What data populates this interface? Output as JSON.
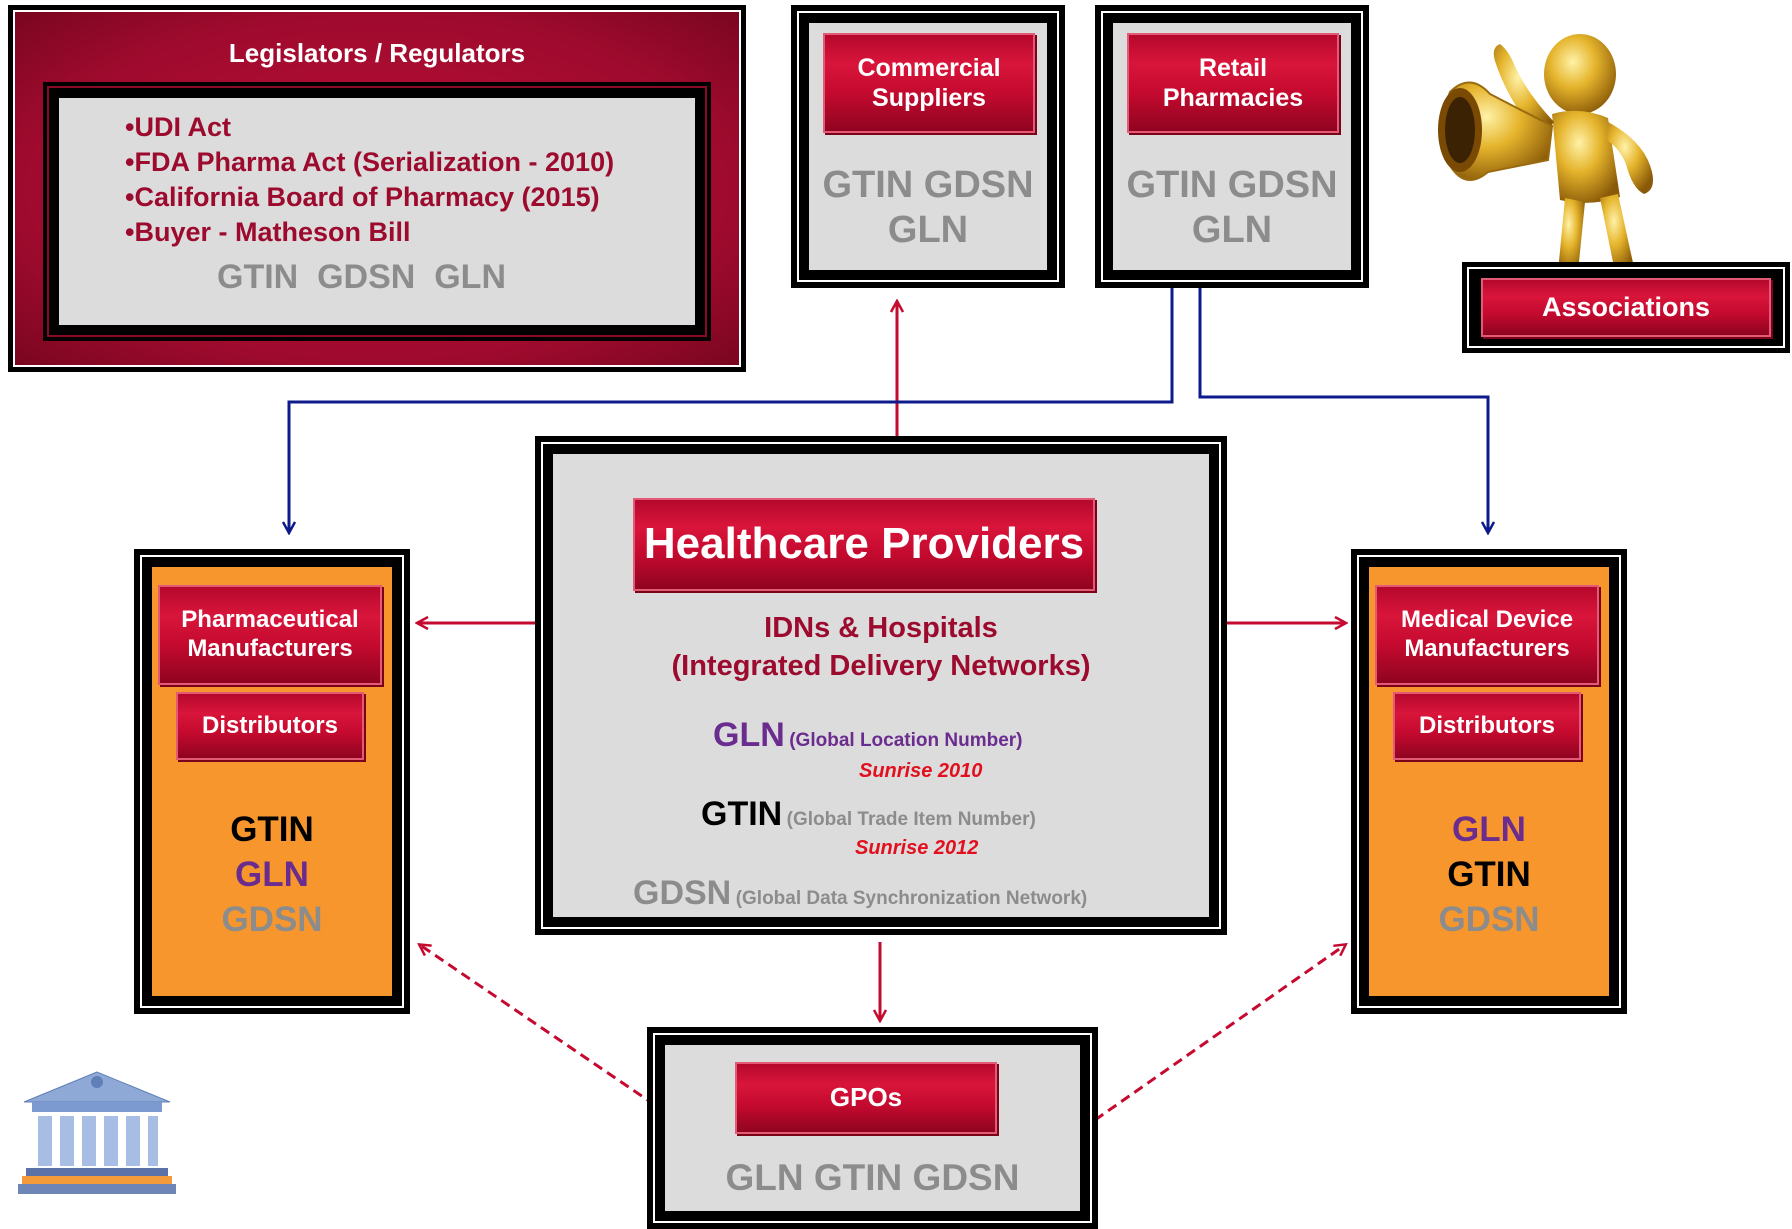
{
  "legislators": {
    "title": "Legislators / Regulators",
    "items": [
      "•UDI Act",
      "•FDA Pharma Act (Serialization - 2010)",
      "•California Board of Pharmacy (2015)",
      "•Buyer - Matheson Bill"
    ],
    "codes": "GTIN  GDSN  GLN"
  },
  "commercial": {
    "title_line1": "Commercial",
    "title_line2": "Suppliers",
    "codes_line1": "GTIN GDSN",
    "codes_line2": "GLN"
  },
  "retail": {
    "title_line1": "Retail",
    "title_line2": "Pharmacies",
    "codes_line1": "GTIN GDSN",
    "codes_line2": "GLN"
  },
  "associations": {
    "label": "Associations"
  },
  "providers": {
    "title": "Healthcare Providers",
    "subtitle_line1": "IDNs & Hospitals",
    "subtitle_line2": "(Integrated Delivery Networks)",
    "gln": "GLN",
    "gln_desc": "(Global Location Number)",
    "gln_sunrise": "Sunrise 2010",
    "gtin": "GTIN",
    "gtin_desc": "(Global Trade Item Number)",
    "gtin_sunrise": "Sunrise 2012",
    "gdsn": "GDSN",
    "gdsn_desc": "(Global Data Synchronization Network)"
  },
  "pharma": {
    "title_line1": "Pharmaceutical",
    "title_line2": "Manufacturers",
    "distributors": "Distributors",
    "code1": "GTIN",
    "code2": "GLN",
    "code3": "GDSN"
  },
  "medical": {
    "title_line1": "Medical Device",
    "title_line2": "Manufacturers",
    "distributors": "Distributors",
    "code1": "GLN",
    "code2": "GTIN",
    "code3": "GDSN"
  },
  "gpos": {
    "title": "GPOs",
    "codes": "GLN GTIN GDSN"
  },
  "colors": {
    "red": "#c50a2f",
    "navy": "#0d1a8c",
    "orange": "#f7962d",
    "gray": "#dcdcdc"
  }
}
